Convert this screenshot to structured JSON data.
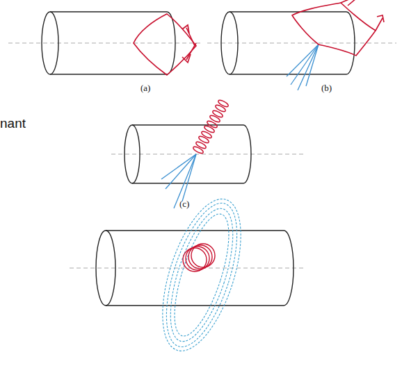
{
  "diagram": {
    "labels": [
      "nant",
      "(a)",
      "(b)",
      "(c)"
    ]
  }
}
